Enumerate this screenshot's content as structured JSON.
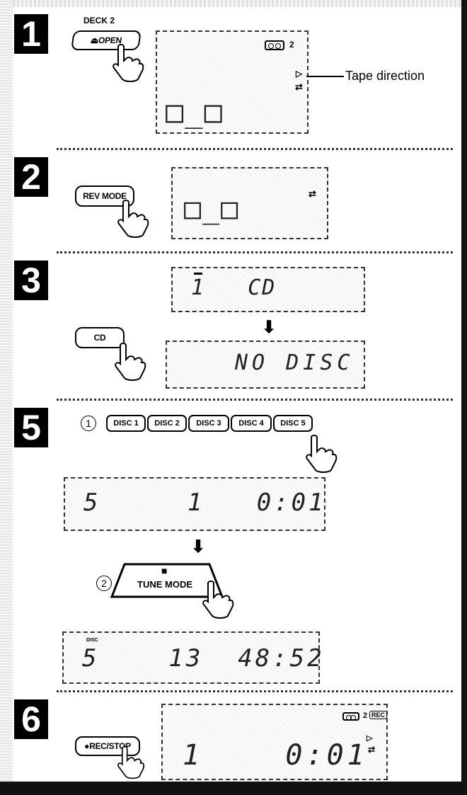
{
  "steps": [
    {
      "number": "1"
    },
    {
      "number": "2"
    },
    {
      "number": "3"
    },
    {
      "number": "5"
    },
    {
      "number": "6"
    }
  ],
  "step1": {
    "deck_label": "DECK 2",
    "open_button": "⏏OPEN",
    "tape_number": "2",
    "direction_arrow": "▷",
    "reverse_symbol": "⇄",
    "callout": "Tape direction",
    "display": "□_□"
  },
  "step2": {
    "button": "REV MODE",
    "reverse_symbol": "⇄",
    "display": "□_□"
  },
  "step3": {
    "button": "CD",
    "display_top": "1   CD",
    "display_bottom": "NO DISC",
    "arrow": "⬇"
  },
  "step5": {
    "marker_1": "①",
    "disc_buttons": [
      "DISC 1",
      "DISC 2",
      "DISC 3",
      "DISC 4",
      "DISC 5"
    ],
    "display_1": "5     1   0:01",
    "arrow": "⬇",
    "marker_2": "②",
    "stop_symbol": "■",
    "tune_button": "TUNE MODE",
    "disc_indicator": "DISC",
    "display_2": "5    13  48:52"
  },
  "step6": {
    "button": "●REC/STOP",
    "tape_number": "2",
    "rec_badge": "REC",
    "direction_arrow": "▷",
    "reverse_symbol": "⇄",
    "display": "1    0:01"
  },
  "icons": {
    "hand": "pointing-hand-icon",
    "cassette": "cassette-icon"
  }
}
